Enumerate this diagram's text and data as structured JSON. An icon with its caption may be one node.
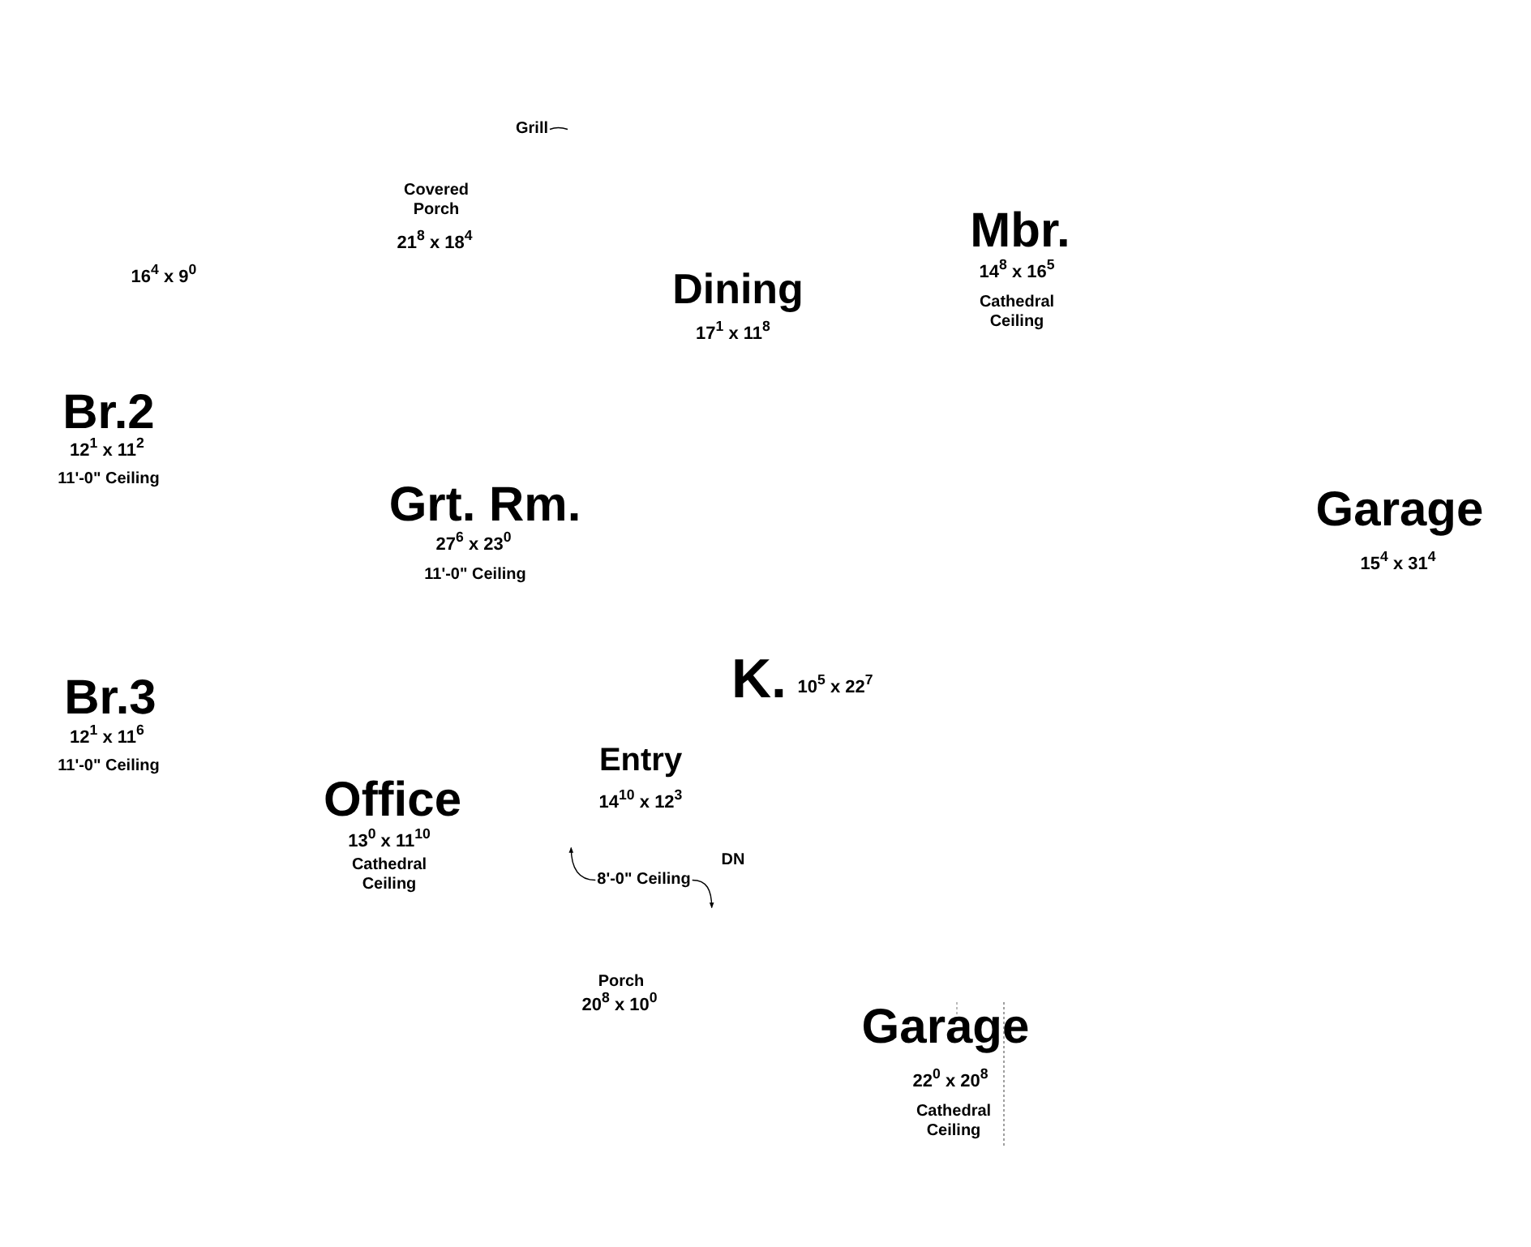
{
  "diagram": {
    "nodes": [
      {
        "text": [
          "Grill"
        ]
      },
      {
        "text": [
          "8'-0\" Ceiling"
        ]
      }
    ],
    "edges": [
      {
        "from": 0,
        "to": null,
        "arrow": "none"
      },
      {
        "from": 1,
        "to": null,
        "arrow": "to"
      },
      {
        "from": 1,
        "to": null,
        "arrow": "to"
      }
    ],
    "labels": [
      "Covered Porch",
      "21$^{8}$ x 18$^{4}$",
      "16$^{4}$ x 9$^{0}$",
      "Mbr.",
      "14$^{8}$ x 16$^{5}$",
      "Cathedral Ceiling",
      "Dining",
      "17$^{1}$ x 11$^{8}$",
      "Br.2",
      "12$^{1}$ x 11$^{2}$",
      "11'-0\" Ceiling",
      "Grt. Rm.",
      "27$^{6}$ x 23$^{0}$",
      "11'-0\" Ceiling",
      "Garage",
      "15$^{4}$ x 31$^{4}$",
      "K.",
      "10$^{5}$ x 22$^{7}$",
      "Br.3",
      "12$^{1}$ x 11$^{6}$",
      "11'-0\" Ceiling",
      "Entry",
      "14$^{10}$ x 12$^{3}$",
      "Office",
      "13$^{0}$ x 11$^{10}$",
      "Cathedral Ceiling",
      "DN",
      "Porch",
      "20$^{8}$ x 10$^{0}$",
      "Garage",
      "22$^{0}$ x 20$^{8}$",
      "Cathedral Ceiling"
    ]
  }
}
